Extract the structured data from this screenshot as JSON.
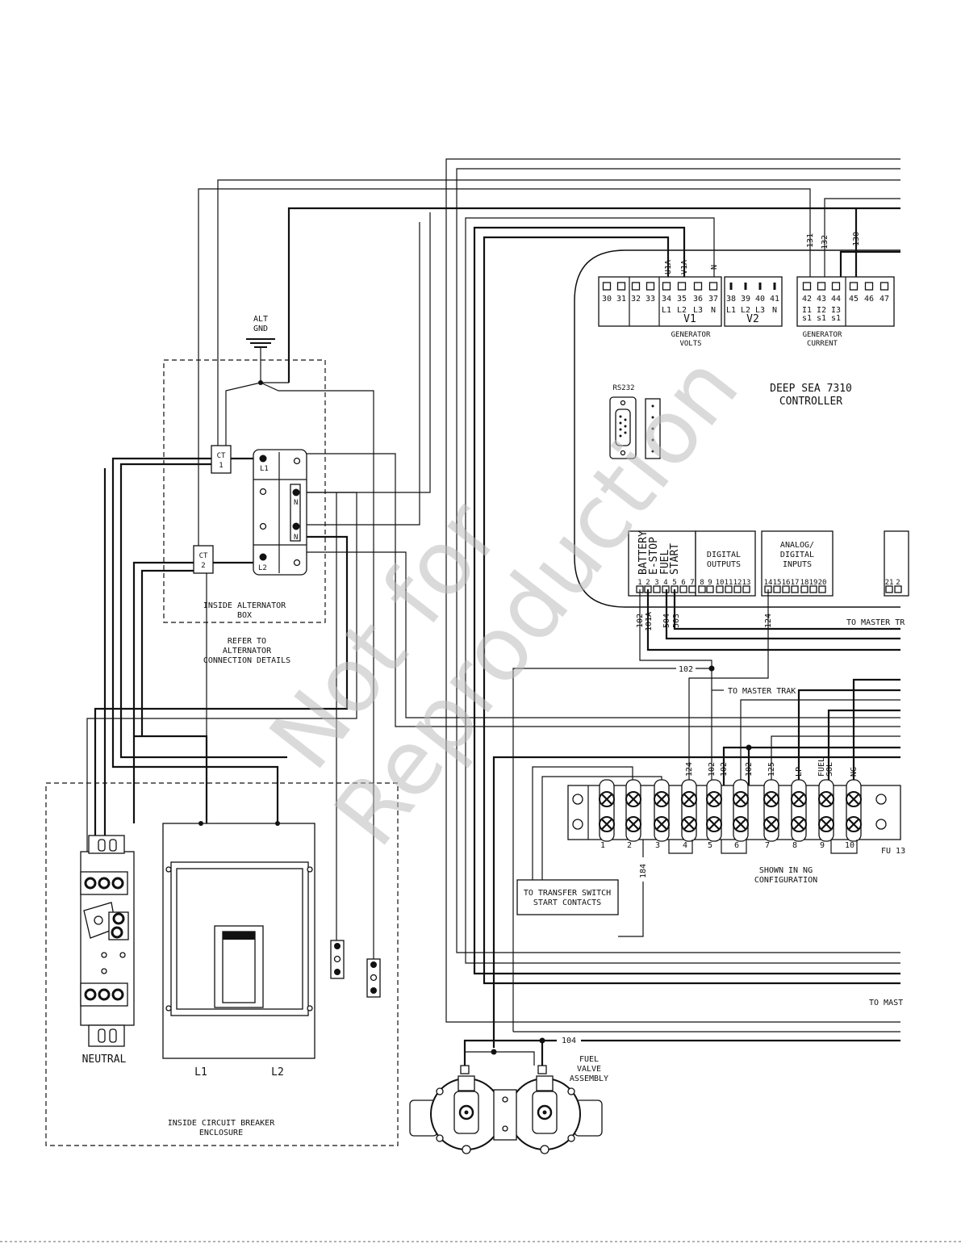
{
  "controller": {
    "title_line1": "DEEP SEA 7310",
    "title_line2": "CONTROLLER",
    "rs232": "RS232",
    "terminals_top": [
      "30",
      "31",
      "32",
      "33",
      "34",
      "35",
      "36",
      "37",
      "38",
      "39",
      "40",
      "41",
      "42",
      "43",
      "44",
      "45",
      "46",
      "47"
    ],
    "v1_phases": [
      "L1",
      "L2",
      "L3",
      "N"
    ],
    "v1_label": "V1",
    "v2_phases": [
      "L1",
      "L2",
      "L3",
      "N"
    ],
    "v2_label": "V2",
    "current_phases": [
      "I1",
      "I2",
      "I3"
    ],
    "current_sub": [
      "s1",
      "s1",
      "s1"
    ],
    "gen_volts": [
      "GENERATOR",
      "VOLTS"
    ],
    "gen_current": [
      "GENERATOR",
      "CURRENT"
    ],
    "top_wires": [
      "U1A",
      "V1A",
      "N",
      "131",
      "132",
      "130"
    ],
    "bottom_terminals": [
      "1",
      "2",
      "3",
      "4",
      "5",
      "6",
      "7",
      "8",
      "9",
      "10",
      "11",
      "12",
      "13",
      "14",
      "15",
      "16",
      "17",
      "18",
      "19",
      "20",
      "21",
      "2"
    ],
    "vert_labels": [
      "BATTERY",
      "E-STOP",
      "FUEL",
      "START"
    ],
    "digital_outputs": [
      "DIGITAL",
      "OUTPUTS"
    ],
    "analog_inputs": [
      "ANALOG/",
      "DIGITAL",
      "INPUTS"
    ],
    "bottom_wires": [
      "102",
      "101A",
      "504",
      "503",
      "124"
    ]
  },
  "alternator": {
    "alt_gnd": [
      "ALT",
      "GND"
    ],
    "ct1": [
      "CT",
      "1"
    ],
    "ct2": [
      "CT",
      "2"
    ],
    "block_labels": [
      "L1",
      "N",
      "N",
      "L2"
    ],
    "inside_box": [
      "INSIDE ALTERNATOR",
      "BOX"
    ],
    "refer": [
      "REFER TO",
      "ALTERNATOR",
      "CONNECTION DETAILS"
    ]
  },
  "wiring": {
    "to_master_trak": "TO MASTER TRAK",
    "to_master_tr": "TO MASTER TR",
    "to_mast": "TO MAST",
    "w102": "102",
    "w104": "104",
    "w184": "184"
  },
  "terminal_strip": {
    "wire_labels": [
      "124",
      "102",
      "102",
      "102",
      "125",
      "LP",
      "FUEL",
      "SOL",
      "NG"
    ],
    "numbers": [
      "1",
      "2",
      "3",
      "4",
      "5",
      "6",
      "7",
      "8",
      "9",
      "10"
    ],
    "fu": "FU 13",
    "shown_in_ng": [
      "SHOWN IN NG",
      "CONFIGURATION"
    ]
  },
  "transfer_switch": [
    "TO TRANSFER SWITCH",
    "START CONTACTS"
  ],
  "fuel_valve": [
    "FUEL",
    "VALVE",
    "ASSEMBLY"
  ],
  "breaker": {
    "neutral": "NEUTRAL",
    "l1": "L1",
    "l2": "L2",
    "inside": [
      "INSIDE CIRCUIT BREAKER",
      "ENCLOSURE"
    ]
  },
  "watermark": [
    "Not for",
    "Reproduction"
  ]
}
